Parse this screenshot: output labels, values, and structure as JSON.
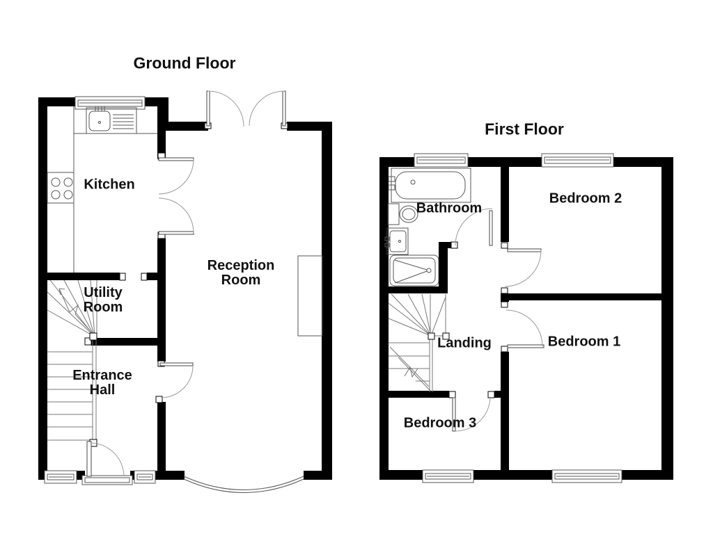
{
  "colors": {
    "wall": "#000000",
    "line": "#555555",
    "stair": "#777777",
    "arc": "#999999",
    "label": "#111111",
    "bg": "#ffffff"
  },
  "floors": [
    {
      "title": "Ground Floor",
      "rooms": [
        {
          "name": "kitchen",
          "label": "Kitchen"
        },
        {
          "name": "utility-room",
          "label": "Utility\nRoom"
        },
        {
          "name": "entrance-hall",
          "label": "Entrance\nHall"
        },
        {
          "name": "reception-room",
          "label": "Reception\nRoom"
        }
      ]
    },
    {
      "title": "First Floor",
      "rooms": [
        {
          "name": "bathroom",
          "label": "Bathroom"
        },
        {
          "name": "bedroom-2",
          "label": "Bedroom 2"
        },
        {
          "name": "landing",
          "label": "Landing"
        },
        {
          "name": "bedroom-1",
          "label": "Bedroom 1"
        },
        {
          "name": "bedroom-3",
          "label": "Bedroom 3"
        }
      ]
    }
  ],
  "fixtures": {
    "ground_floor": [
      "kitchen-window",
      "sink-unit",
      "hob",
      "double-doors",
      "french-doors",
      "counter",
      "utility-doorway",
      "staircase-up",
      "hall-door",
      "front-door",
      "sidelight-windows",
      "bay-window",
      "chimney-breast"
    ],
    "first_floor": [
      "bathroom-window",
      "bath",
      "toilet",
      "basin",
      "shower",
      "bathroom-door",
      "bedroom-2-window",
      "bedroom-2-door",
      "bedroom-1-door",
      "bedroom-3-door",
      "staircase-down",
      "bedroom-3-window",
      "bedroom-1-window"
    ]
  }
}
